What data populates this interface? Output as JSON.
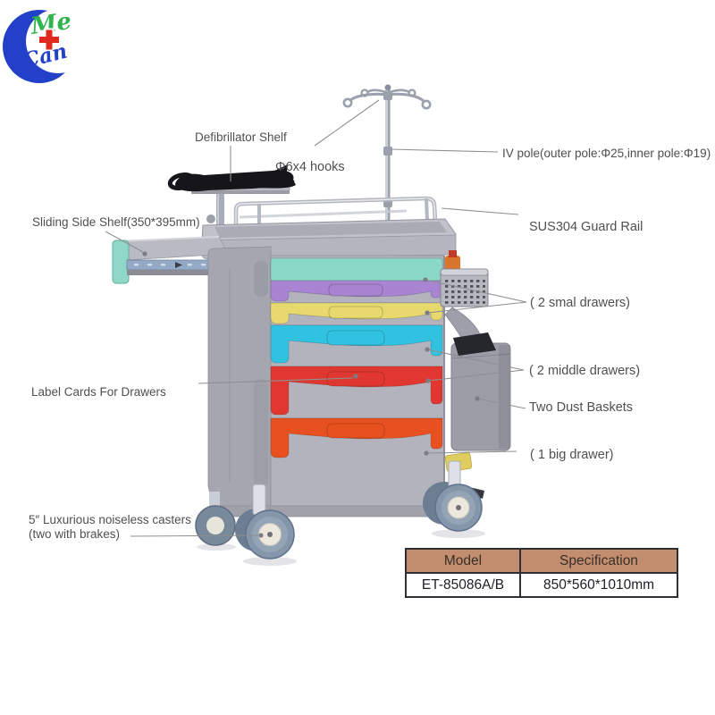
{
  "logo": {
    "me": "Me",
    "plus": "+",
    "can": "Can",
    "crescent_color": "#2340c8",
    "me_color": "#2eb34d",
    "cross_color": "#e02a1e"
  },
  "annotations": {
    "defibrillator_shelf": "Defibrillator Shelf",
    "hooks": "Φ6x4 hooks",
    "iv_pole": "IV pole(outer pole:Φ25,inner pole:Φ19)",
    "sliding_shelf": "Sliding Side Shelf(350*395mm)",
    "guard_rail": "SUS304  Guard Rail",
    "small_drawers": "( 2 smal drawers)",
    "middle_drawers": "( 2 middle drawers)",
    "dust_baskets": "Two Dust Baskets",
    "big_drawer": "( 1 big drawer)",
    "label_cards": "Label Cards For Drawers",
    "casters_line1": "5″ Luxurious noiseless casters",
    "casters_line2": "(two with brakes)"
  },
  "spec_table": {
    "headers": [
      "Model",
      "Specification"
    ],
    "rows": [
      [
        "ET-85086A/B",
        "850*560*1010mm"
      ]
    ],
    "header_bg": "#c28e6f"
  },
  "trolley": {
    "drawers": [
      {
        "name": "top-strip",
        "color": "#8bd8c6"
      },
      {
        "name": "small-drawer-1",
        "color": "#a884d2"
      },
      {
        "name": "small-drawer-2",
        "color": "#e8d96e"
      },
      {
        "name": "middle-drawer-1",
        "color": "#30c2e0"
      },
      {
        "name": "middle-drawer-2",
        "color": "#e03830"
      },
      {
        "name": "big-drawer",
        "color": "#e8511f"
      }
    ]
  }
}
